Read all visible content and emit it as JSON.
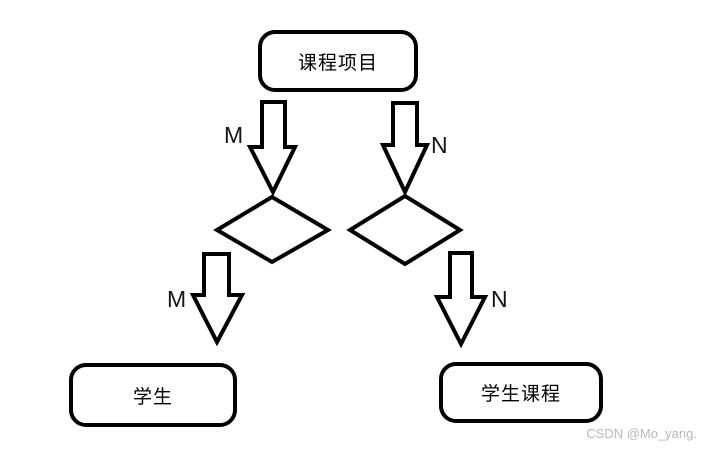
{
  "diagram": {
    "title_hint": "entity-relationship flow diagram",
    "nodes": {
      "course_project": {
        "label": "课程项目"
      },
      "student": {
        "label": "学生"
      },
      "student_course": {
        "label": "学生课程"
      }
    },
    "cardinality_labels": {
      "upper_left": "M",
      "upper_right": "N",
      "lower_left": "M",
      "lower_right": "N"
    },
    "colors": {
      "background": "#ffffff",
      "shape_stroke": "#000000",
      "shape_fill": "#ffffff",
      "watermark_text": "#b4b9be"
    },
    "watermark": "CSDN @Mo_yang."
  }
}
